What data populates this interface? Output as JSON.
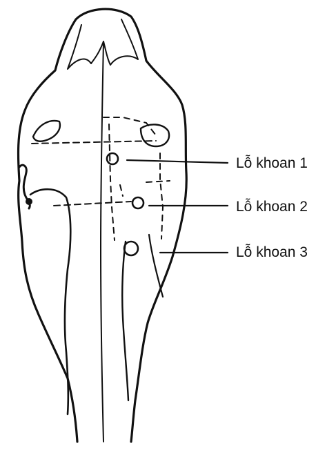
{
  "labels": {
    "hole_1": "Lỗ khoan 1",
    "hole_2": "Lỗ khoan 2",
    "hole_3": "Lỗ khoan 3"
  },
  "colors": {
    "ink": "#111111",
    "background": "#ffffff"
  }
}
